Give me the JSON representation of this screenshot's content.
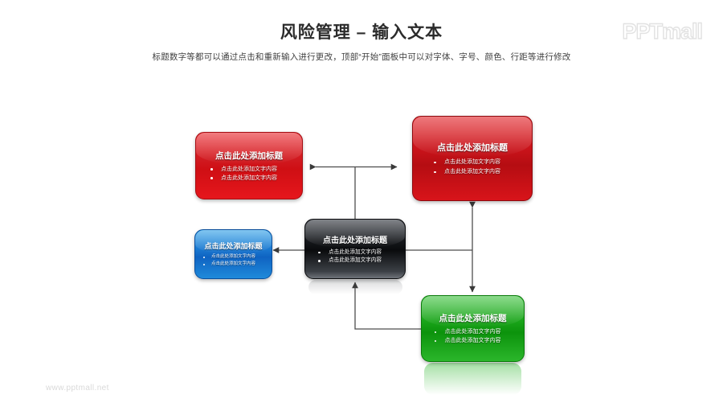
{
  "slide": {
    "title": "风险管理 – 输入文本",
    "subtitle": "标题数字等都可以通过点击和重新输入进行更改，顶部“开始”面板中可以对字体、字号、颜色、行距等进行修改",
    "logo": "PPTmall",
    "footer": "www.pptmall.net",
    "background": "#ffffff"
  },
  "diagram": {
    "nodes": [
      {
        "id": "red-left",
        "color": "#d0191f",
        "title": "点击此处添加标题",
        "bullets": [
          "点击此处添加文字内容",
          "点击此处添加文字内容"
        ]
      },
      {
        "id": "red-right",
        "color": "#c8131a",
        "title": "点击此处添加标题",
        "bullets": [
          "点击此处添加文字内容",
          "点击此处添加文字内容"
        ]
      },
      {
        "id": "dark-center",
        "color": "#14161a",
        "title": "点击此处添加标题",
        "bullets": [
          "点击此处添加文字内容",
          "点击此处添加文字内容"
        ]
      },
      {
        "id": "blue",
        "color": "#1a78d0",
        "title": "点击此处添加标题",
        "bullets": [
          "点击此处添加文字内容",
          "点击此处添加文字内容"
        ]
      },
      {
        "id": "green",
        "color": "#18a318",
        "title": "点击此处添加标题",
        "bullets": [
          "点击此处添加文字内容",
          "点击此处添加文字内容"
        ]
      }
    ],
    "connectors": [
      {
        "id": "top-双向",
        "from": "red-left",
        "to": "red-right",
        "style": "double-arrow-horizontal"
      },
      {
        "id": "center-up",
        "from": "dark-center",
        "to": "top-bar",
        "style": "line-vertical"
      },
      {
        "id": "center-left",
        "from": "dark-center",
        "to": "blue",
        "style": "single-arrow-left"
      },
      {
        "id": "right-双向",
        "from": "red-right",
        "to": "green",
        "style": "double-arrow-vertical"
      },
      {
        "id": "center-right",
        "from": "dark-center",
        "to": "right-bar",
        "style": "line-horizontal"
      },
      {
        "id": "green-to-center",
        "from": "green",
        "to": "dark-center",
        "style": "elbow-arrow-up"
      }
    ],
    "connector_color": "#4d4d4d"
  }
}
